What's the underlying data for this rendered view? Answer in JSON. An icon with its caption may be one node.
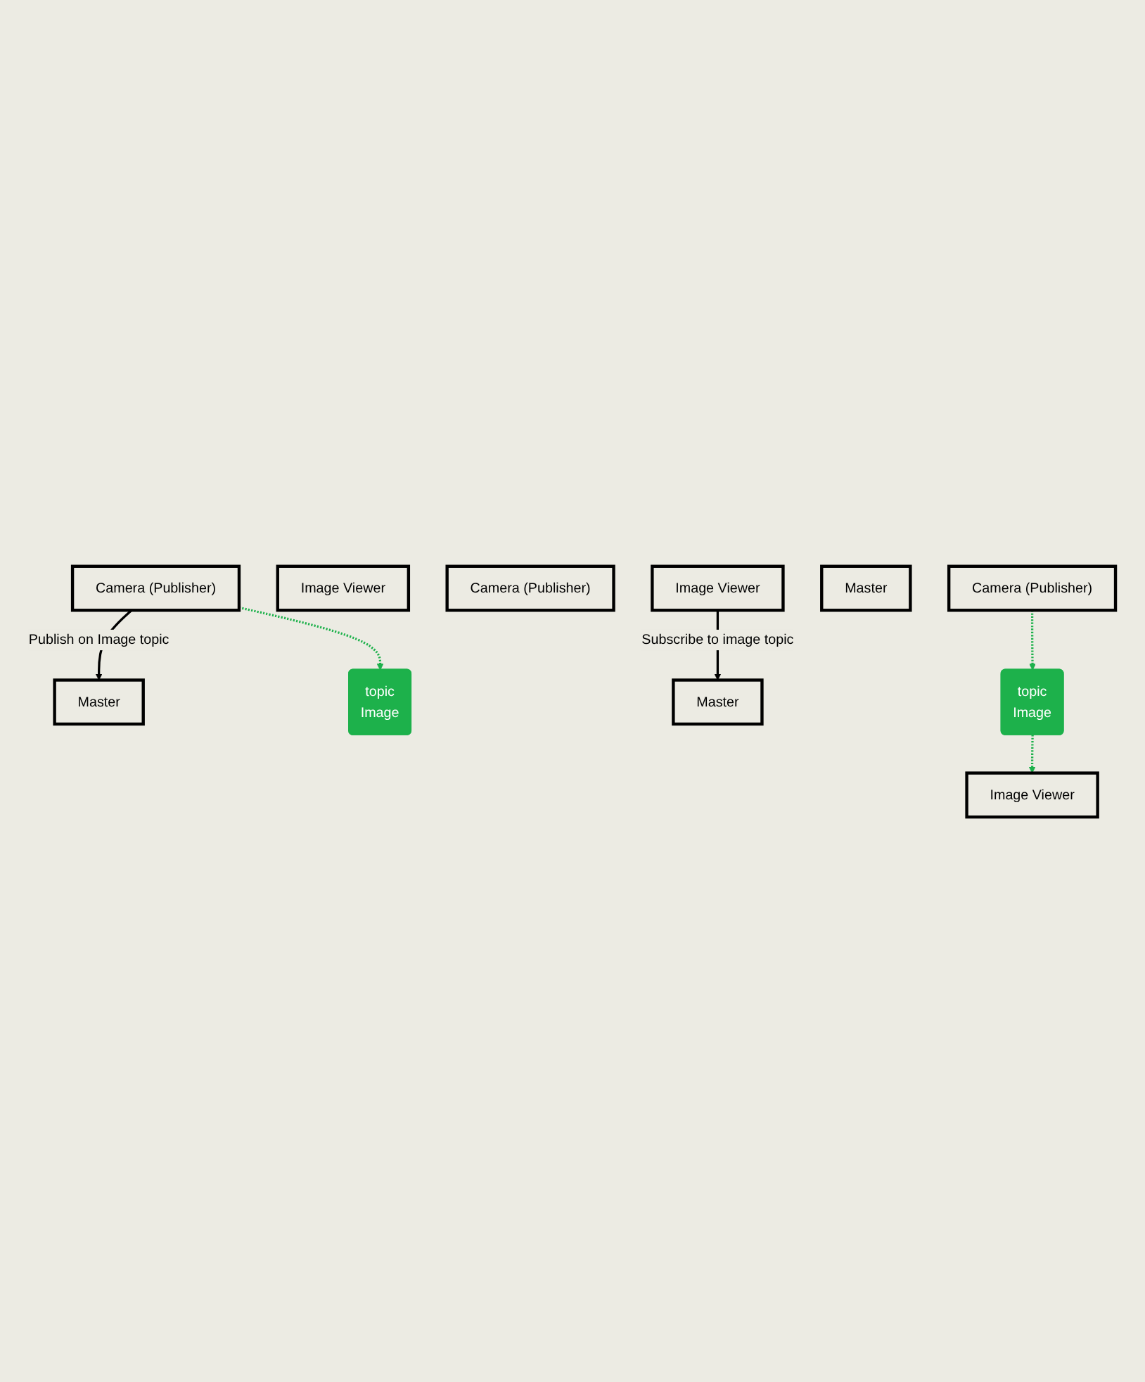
{
  "diagram": {
    "nodes": [
      {
        "text": [
          "Master"
        ]
      },
      {
        "text": [
          "Camera (Publisher)"
        ]
      },
      {
        "text": [
          "Image Viewer"
        ]
      },
      {
        "text": [
          "topic",
          "Image"
        ]
      },
      {
        "text": [
          "Master"
        ]
      },
      {
        "text": [
          "Camera (Publisher)"
        ]
      },
      {
        "text": [
          "Image Viewer"
        ]
      },
      {
        "text": [
          "Master"
        ]
      },
      {
        "text": [
          "Camera (Publisher)"
        ]
      },
      {
        "text": [
          "Image Viewer"
        ]
      },
      {
        "text": [
          "topic",
          "Image"
        ]
      }
    ],
    "edges": [
      {
        "from": 1,
        "to": 0,
        "arrow": "to",
        "label": "Publish on Image topic",
        "color": "#000000"
      },
      {
        "from": 1,
        "to": 3,
        "arrow": "to",
        "style": "dashed",
        "color": "#1db14b"
      },
      {
        "from": 6,
        "to": 4,
        "arrow": "to",
        "label": "Subscribe to image topic",
        "color": "#000000"
      },
      {
        "from": 8,
        "to": 10,
        "arrow": "to",
        "style": "dashed",
        "color": "#1db14b"
      },
      {
        "from": 10,
        "to": 9,
        "arrow": "to",
        "style": "dashed",
        "color": "#1db14b"
      }
    ]
  }
}
